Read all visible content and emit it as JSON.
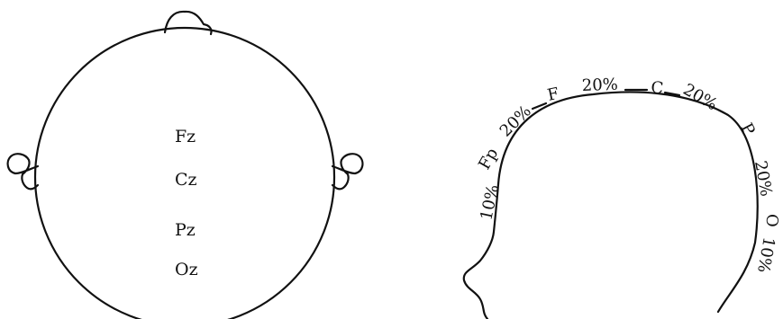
{
  "top_view": {
    "electrodes": [
      "Fz",
      "Cz",
      "Pz",
      "Oz"
    ]
  },
  "side_view": {
    "labels": [
      {
        "id": "pct-10-front",
        "text": "10%"
      },
      {
        "id": "fp",
        "text": "Fp"
      },
      {
        "id": "pct-20-a",
        "text": "20%"
      },
      {
        "id": "f",
        "text": "F"
      },
      {
        "id": "pct-20-b",
        "text": "20%"
      },
      {
        "id": "c",
        "text": "C"
      },
      {
        "id": "pct-20-c",
        "text": "20%"
      },
      {
        "id": "p",
        "text": "P"
      },
      {
        "id": "pct-20-d",
        "text": "20%"
      },
      {
        "id": "o",
        "text": "O"
      },
      {
        "id": "pct-10-back",
        "text": "10%"
      }
    ]
  }
}
